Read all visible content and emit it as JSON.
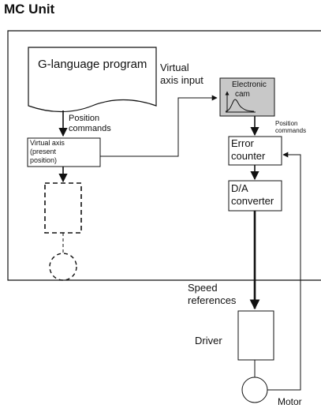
{
  "title": "MC Unit",
  "program": "G-language program",
  "virtual_axis_input": [
    "Virtual",
    "axis input"
  ],
  "cam": [
    "Electronic",
    "cam"
  ],
  "position_commands_left": [
    "Position",
    "commands"
  ],
  "position_commands_right": [
    "Position",
    "commands"
  ],
  "virtual_axis_box": [
    "Virtual axis",
    "(present",
    "position)"
  ],
  "error_counter": [
    "Error",
    "counter"
  ],
  "da_converter": [
    "D/A",
    "converter"
  ],
  "speed_references": [
    "Speed",
    "references"
  ],
  "driver": "Driver",
  "motor": "Motor"
}
